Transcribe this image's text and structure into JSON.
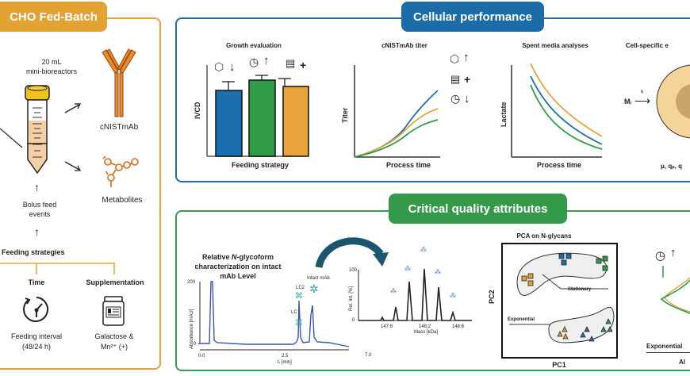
{
  "left_panel": {
    "title": "CHO Fed-Batch",
    "bioreactor_label_1": "20 mL",
    "bioreactor_label_2": "mini-bioreactors",
    "product_label": "cNISTmAb",
    "metabolites_label": "Metabolites",
    "bolus_label_1": "Bolus feed",
    "bolus_label_2": "events",
    "feeding_strategies": "Feeding strategies",
    "time_heading": "Time",
    "time_desc_1": "Feeding interval",
    "time_desc_2": "(48/24 h)",
    "supp_heading": "Supplementation",
    "supp_desc_1": "Galactose &",
    "supp_desc_2": "Mn²⁺ (+)"
  },
  "colors": {
    "orange": "#E8A33C",
    "blue": "#1B6FAE",
    "green": "#2E9B47",
    "panel_blue": "#1F6FA8",
    "panel_green": "#3A9A4B",
    "dark_teal": "#1A5670"
  },
  "cellular_performance": {
    "title": "Cellular performance",
    "growth": {
      "title": "Growth evaluation",
      "ylabel": "IVCD",
      "xlabel": "Feeding strategy",
      "bar_symbols": [
        "↓",
        "↑",
        "+"
      ]
    },
    "titer": {
      "title": "cNISTmAb titer",
      "ylabel": "Titer",
      "xlabel": "Process time",
      "legend_symbols": [
        "↑",
        "+",
        "↓"
      ]
    },
    "spent_media": {
      "title": "Spent media analyses",
      "ylabel": "Lactate",
      "xlabel": "Process time"
    },
    "cell_specific": {
      "title": "Cell-specific e",
      "input_label": "Mᵢ",
      "rate_label": "rᵢ",
      "rates_label": "μ, qₚ, q"
    }
  },
  "cqa": {
    "title": "Critical quality attributes",
    "glyco": {
      "title_1": "Relative ",
      "title_italic": "N",
      "title_2": "-glycoform",
      "title_3": "characterization on intact",
      "title_4": "mAb Level",
      "ylabel": "Absorbance [mAU]",
      "y_ticks": [
        "200",
        "0"
      ],
      "x_ticks": [
        "0.0",
        "2.5",
        "7.0"
      ],
      "xlabel": "tᵣ [min]",
      "peak_labels": [
        "LC2",
        "LC",
        "Intact mAb"
      ]
    },
    "mass": {
      "ylabel": "Rel. Int. [%]",
      "y_ticks": [
        "100",
        "0"
      ],
      "x_ticks": [
        "147.8",
        "148.2",
        "148.6"
      ],
      "xlabel": "Mass [kDa]"
    },
    "pca": {
      "title": "PCA on N-glycans",
      "xlabel": "PC1",
      "ylabel": "PC2",
      "cluster_1": "Stationary",
      "cluster_2": "Exponential"
    },
    "right": {
      "label": "Exponential",
      "sublabel": "Al",
      "symbol": "↑"
    }
  }
}
